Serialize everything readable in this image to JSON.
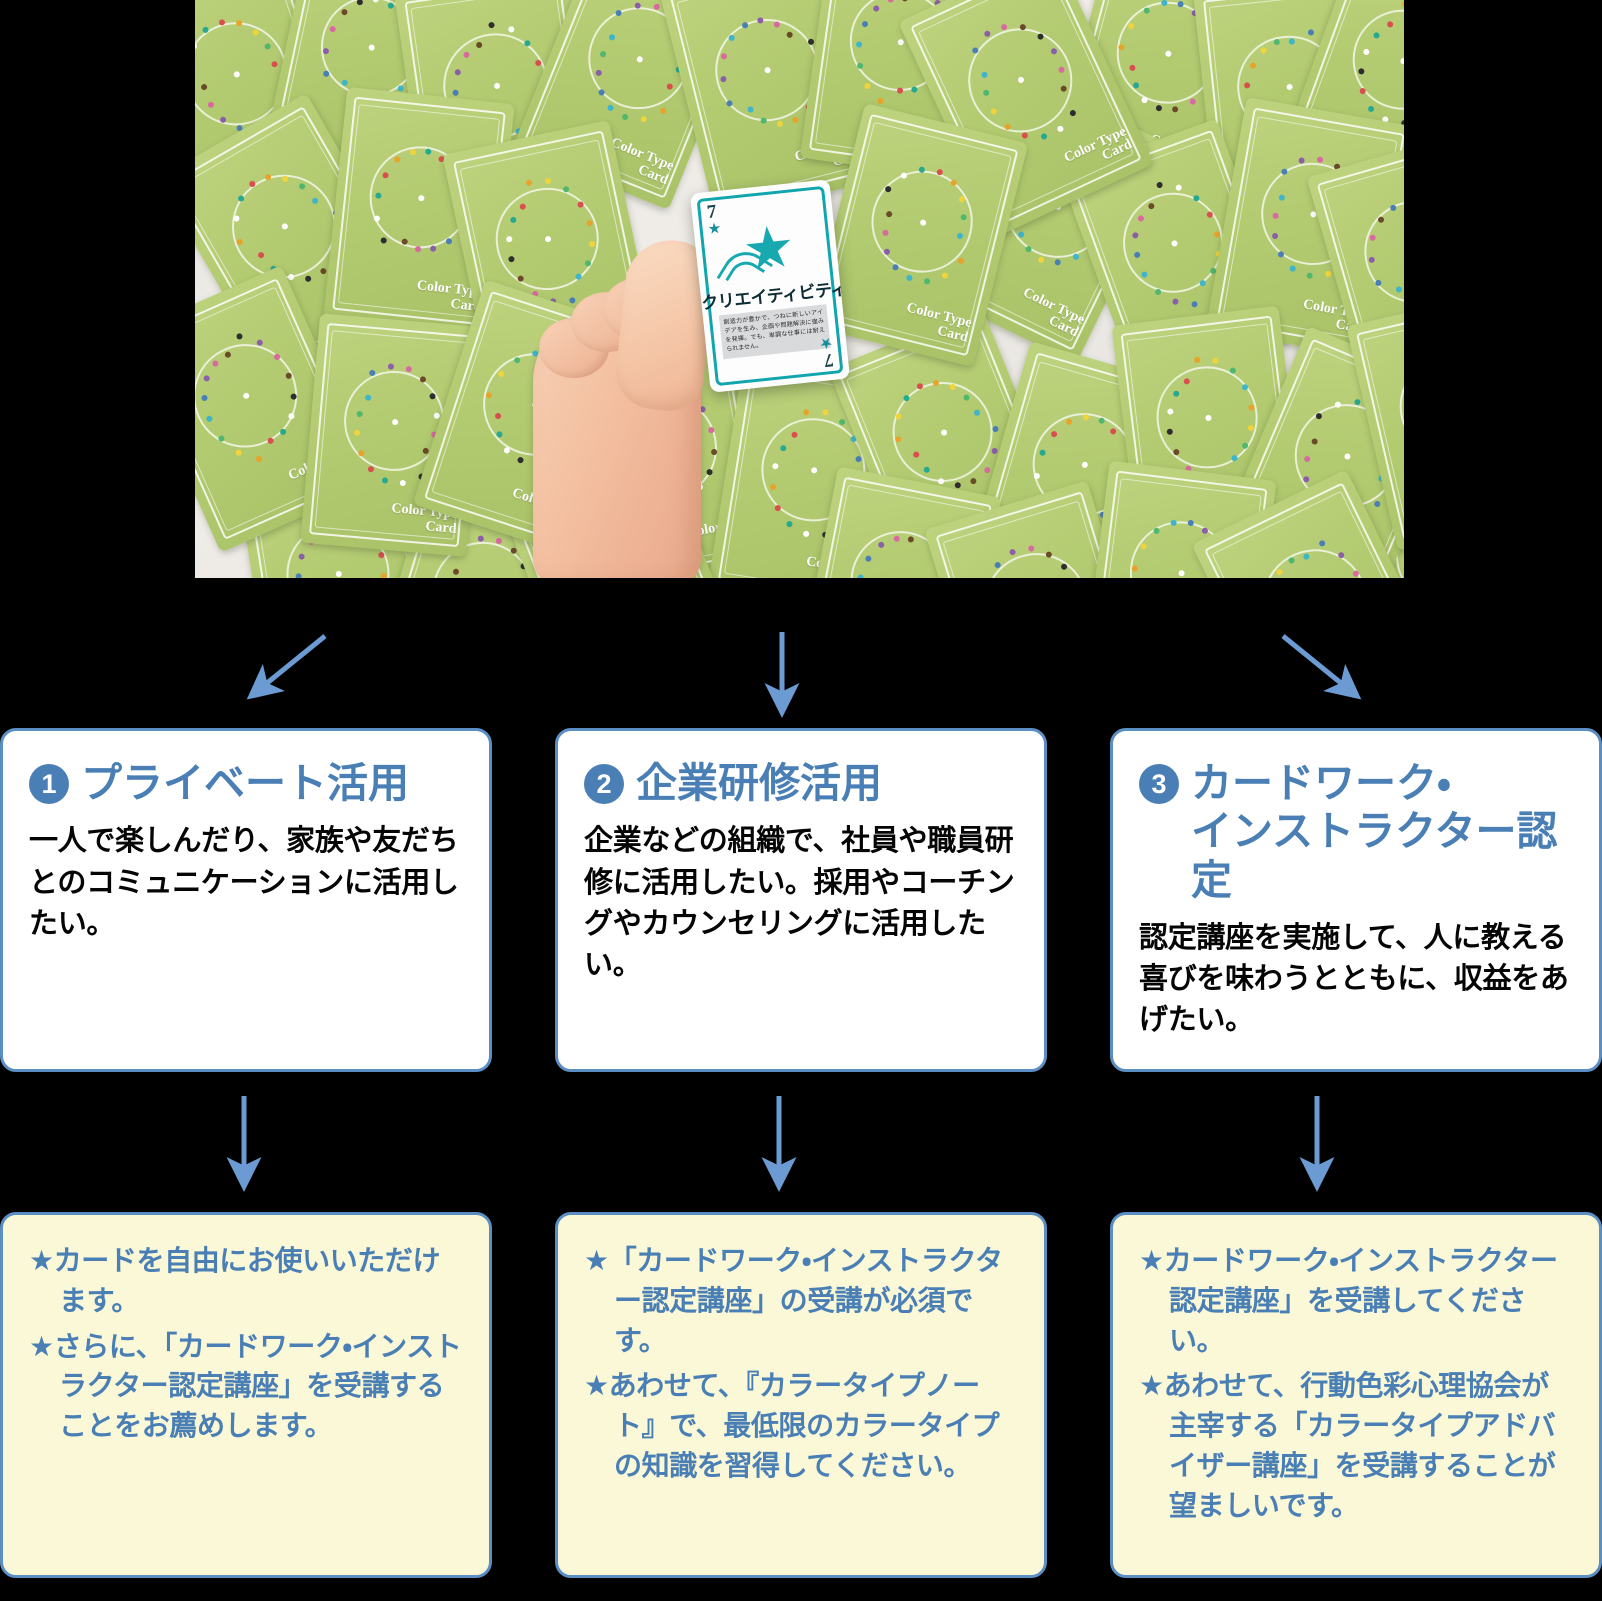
{
  "photo": {
    "alt_description": "手がカードを1枚持ち上げている写真。緑色のColor Type Cardが多数散らばっている。",
    "card_back_label_line1": "Color Type",
    "card_back_label_line2": "Card",
    "picked_card": {
      "number": "7",
      "title": "クリエイティビティ",
      "body": "創造力が豊かで、つねに新しいアイデアを生み、企画や問題解決に強みを発揮。でも、単調な仕事には耐えられません。",
      "star_icon": "★",
      "accent_color": "#17a8b0"
    }
  },
  "arrows": {
    "color": "#6b9bd2",
    "top": [
      {
        "name": "arrow-to-box-1",
        "direction": "down-left"
      },
      {
        "name": "arrow-to-box-2",
        "direction": "down"
      },
      {
        "name": "arrow-to-box-3",
        "direction": "down-right"
      }
    ],
    "middle": [
      {
        "name": "arrow-box1-to-note1",
        "direction": "down"
      },
      {
        "name": "arrow-box2-to-note2",
        "direction": "down"
      },
      {
        "name": "arrow-box3-to-note3",
        "direction": "down"
      }
    ]
  },
  "theme": {
    "accent_blue": "#4a7fb5",
    "border_blue": "#5b8fc4",
    "note_bg": "#fbf8d7",
    "box_bg": "#ffffff",
    "body_text": "#050505"
  },
  "columns": [
    {
      "number": "❶",
      "number_plain": "1",
      "title": "プライベート活用",
      "body": "一人で楽しんだり、家族や友だちとのコミュニケーションに活用したい。",
      "notes": [
        "★カードを自由にお使いいただけます。",
        "★さらに、「カードワーク・インストラクター認定講座」を受講することをお薦めします。"
      ]
    },
    {
      "number": "❷",
      "number_plain": "2",
      "title": "企業研修活用",
      "body": "企業などの組織で、社員や職員研修に活用したい。採用やコーチングやカウンセリングに活用したい。",
      "notes": [
        "★「カードワーク・インストラクター認定講座」の受講が必須です。",
        "★あわせて、『カラータイプノート』で、最低限のカラータイプの知識を習得してください。"
      ]
    },
    {
      "number": "❸",
      "number_plain": "3",
      "title": "カードワーク・\nインストラクター認定",
      "body": "認定講座を実施して、人に教える喜びを味わうとともに、収益をあげたい。",
      "notes": [
        "★カードワーク・インストラクター認定講座」を受講してください。",
        "★あわせて、行動色彩心理協会が主宰する「カラータイプアドバイザー講座」を受講することが望ましいです。"
      ]
    }
  ]
}
